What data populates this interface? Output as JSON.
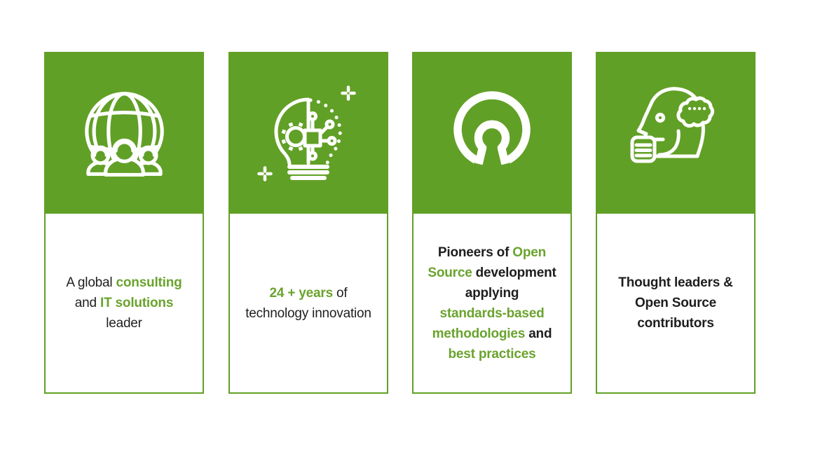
{
  "colors": {
    "card_green": "#61a026",
    "text_green": "#6aa32d",
    "text_dark": "#1e1e1e",
    "background": "#ffffff",
    "icon_stroke": "#ffffff"
  },
  "cards": [
    {
      "id": "global-consulting",
      "icon": "global-team-icon",
      "lines": [
        [
          {
            "t": "A global ",
            "g": false,
            "b": false
          },
          {
            "t": "consulting",
            "g": true,
            "b": true
          }
        ],
        [
          {
            "t": "and ",
            "g": false,
            "b": false
          },
          {
            "t": "IT solutions",
            "g": true,
            "b": true
          }
        ],
        [
          {
            "t": "leader",
            "g": false,
            "b": false
          }
        ]
      ]
    },
    {
      "id": "years-of-innovation",
      "icon": "innovation-bulb-icon",
      "lines": [
        [
          {
            "t": "24 + years",
            "g": true,
            "b": true
          },
          {
            "t": " of",
            "g": false,
            "b": false
          }
        ],
        [
          {
            "t": "technology innovation",
            "g": false,
            "b": false
          }
        ]
      ]
    },
    {
      "id": "open-source-pioneers",
      "icon": "open-source-icon",
      "lines": [
        [
          {
            "t": "Pioneers of ",
            "g": false,
            "b": true
          },
          {
            "t": "Open",
            "g": true,
            "b": true
          }
        ],
        [
          {
            "t": "Source",
            "g": true,
            "b": true
          },
          {
            "t": " development",
            "g": false,
            "b": true
          }
        ],
        [
          {
            "t": "applying",
            "g": false,
            "b": true
          }
        ],
        [
          {
            "t": "standards-based",
            "g": true,
            "b": true
          }
        ],
        [
          {
            "t": "methodologies",
            "g": true,
            "b": true
          },
          {
            "t": " and",
            "g": false,
            "b": true
          }
        ],
        [
          {
            "t": "best practices",
            "g": true,
            "b": true
          }
        ]
      ]
    },
    {
      "id": "thought-leaders",
      "icon": "thought-leader-icon",
      "lines": [
        [
          {
            "t": "Thought leaders &",
            "g": false,
            "b": true
          }
        ],
        [
          {
            "t": "Open Source",
            "g": false,
            "b": true
          }
        ],
        [
          {
            "t": "contributors",
            "g": false,
            "b": true
          }
        ]
      ]
    }
  ]
}
